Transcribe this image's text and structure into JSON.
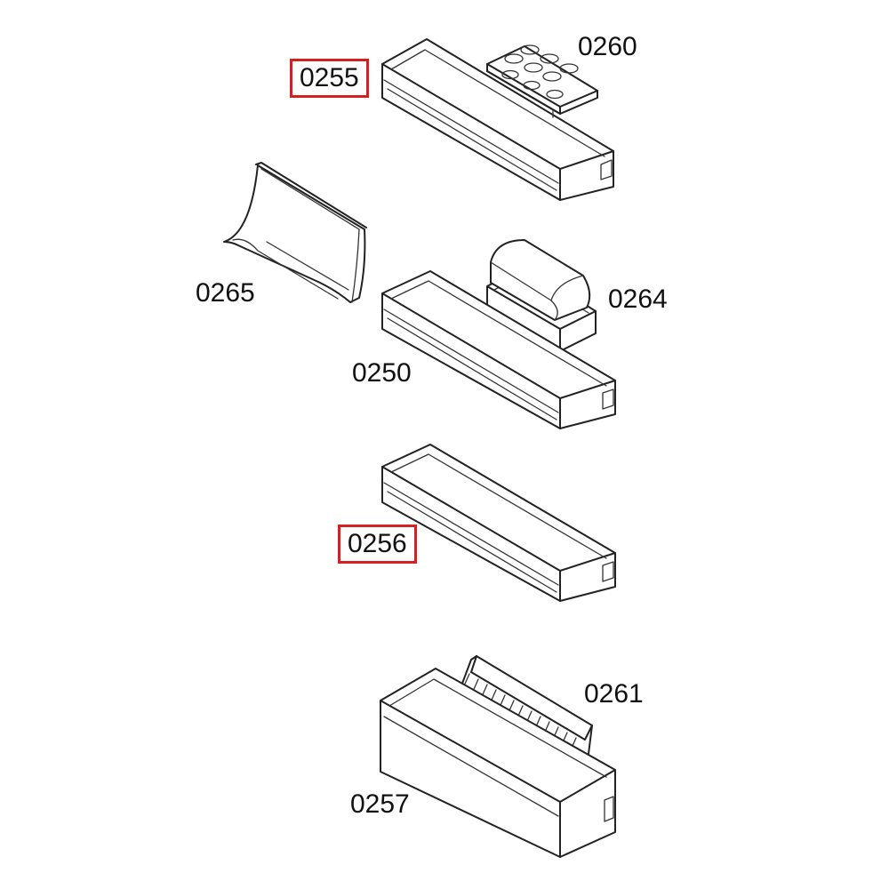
{
  "diagram": {
    "labels": {
      "p0255": "0255",
      "p0260": "0260",
      "p0265": "0265",
      "p0264": "0264",
      "p0250": "0250",
      "p0256": "0256",
      "p0261": "0261",
      "p0257": "0257"
    },
    "highlighted_parts": [
      "0255",
      "0256"
    ],
    "highlight_color": "#d42020",
    "line_color": "#222222"
  }
}
